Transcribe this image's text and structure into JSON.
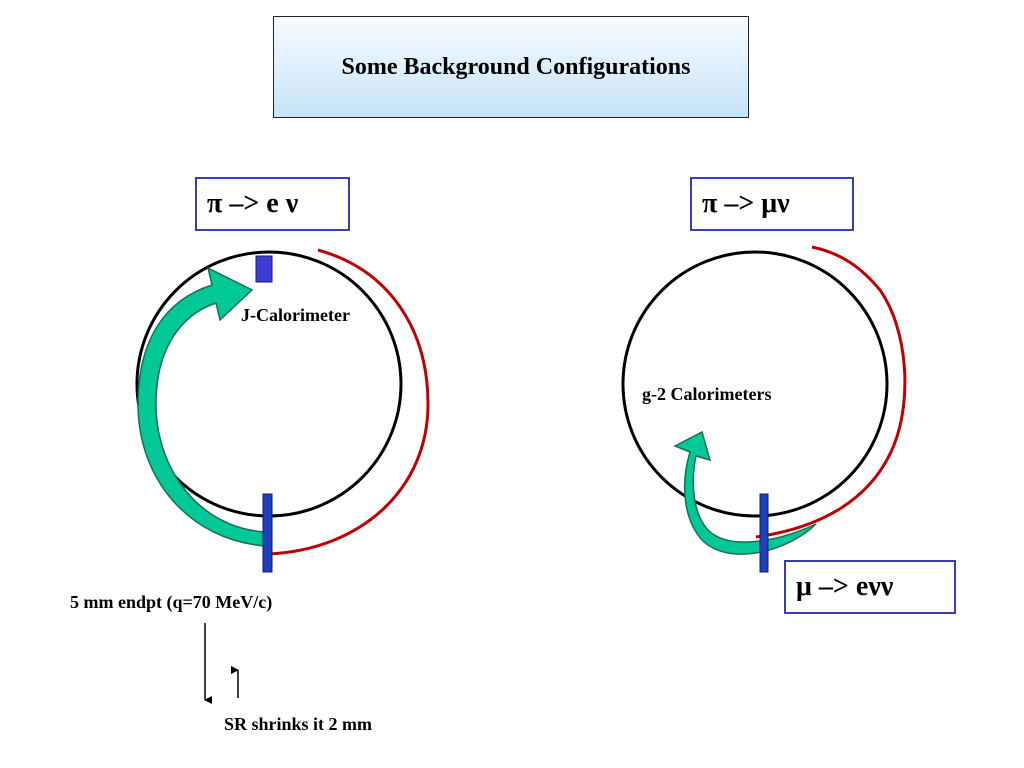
{
  "title": "Some Background Configurations",
  "decays": {
    "pi_e": "π –> e ν",
    "pi_mu": "π –> μν",
    "mu_e": "μ –> eνν"
  },
  "labels": {
    "j_calorimeter": "J-Calorimeter",
    "g2_calorimeters": "g-2 Calorimeters",
    "endpoint": "5 mm endpt (q=70 MeV/c)",
    "sr_shrinks": "SR shrinks it 2 mm"
  },
  "colors": {
    "ring": "#000000",
    "trajectory": "#c00000",
    "arrow_fill": "#00c896",
    "detector": "#1f3fbf",
    "box_border": "#3b3bc0"
  }
}
